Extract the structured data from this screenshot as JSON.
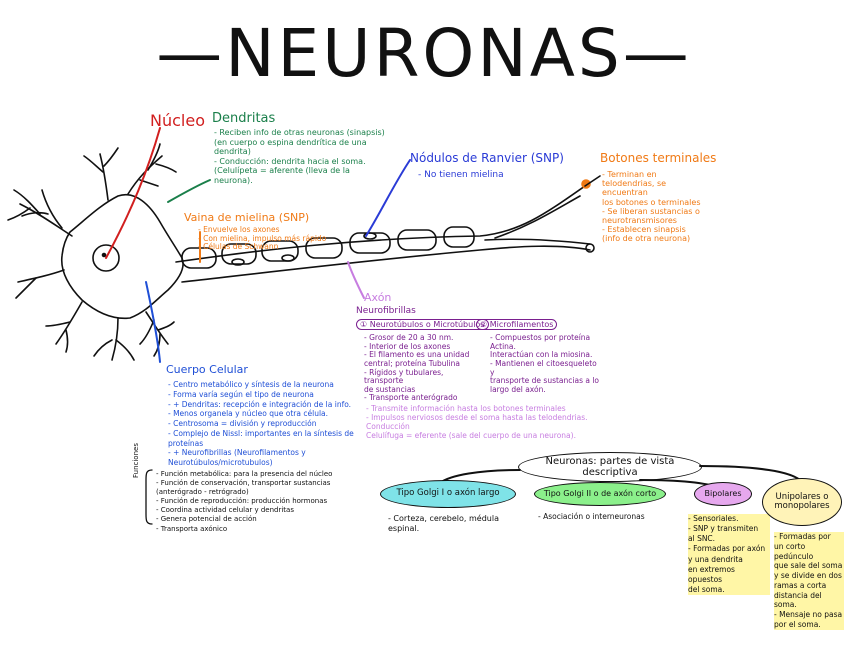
{
  "title": "—NEURONAS—",
  "colors": {
    "red": "#d11f1f",
    "green": "#1a7f4a",
    "blue": "#2a3bd6",
    "orange": "#f07a16",
    "purple": "#7a1f8f",
    "lilac": "#c77de0",
    "navy": "#1f4fd6",
    "black": "#111111"
  },
  "labels": {
    "nucleo": "Núcleo",
    "dendritas": "Dendritas",
    "dendritas_notes": "- Reciben info de otras neuronas (sinapsis)\n  (en cuerpo o espina dendrítica de una\n  dendrita)\n- Conducción: dendrita hacia el soma.\n  (Celulípeta = aferente (lleva de la\n  neurona).",
    "vaina": "Vaina de mielina (SNP)",
    "vaina_notes": "- Envuelve los axones\n- Con mielina, impulso más rápido\n- Células de Schwann",
    "nodulos": "Nódulos de Ranvier (SNP)",
    "nodulos_notes": "- No tienen mielina",
    "botones": "Botones terminales",
    "botones_notes": "- Terminan en\n  telodendrias, se encuentran\n  los botones o terminales\n- Se liberan sustancias o\n  neurotransmisores\n- Establecen sinapsis\n  (info de otra neurona)",
    "axon": "Axón",
    "neurofibrillas": "Neurofibrillas",
    "neurotubulos": "① Neurotúbulos o Microtúbulos",
    "neurotubulos_notes": "- Grosor de 20 a 30 nm.\n- Interior de los axones\n- El filamento es una unidad\n  central; proteína Tubulina\n- Rígidos y tubulares, transporte\n  de sustancias\n- Transporte anterógrado",
    "microfilamentos": "② Microfilamentos",
    "microfilamentos_notes": "- Compuestos por proteína Actina.\n  Interactúan con la miosina.\n- Mantienen el citoesqueleto y\n  transporte de sustancias a lo\n  largo del axón.",
    "axon_notes": "- Transmite información hasta los botones terminales\n- Impulsos nerviosos desde el soma hasta las telodendrias. Conducción\n  Celulífuga = eferente (sale del cuerpo de una neurona).",
    "cuerpo": "Cuerpo Celular",
    "cuerpo_notes": "- Centro metabólico y síntesis de la neurona\n- Forma varía según el tipo de neurona\n- + Dendritas: recepción e integración de la info.\n- Menos organela y núcleo que otra célula.\n- Centrosoma = división y reproducción\n- Complejo de Nissl: importantes en la síntesis de proteínas\n- + Neurofibrillas (Neurofilamentos y Neurotúbulos/microtubulos)",
    "funciones_label": "Funciones",
    "funciones_notes": "- Función metabólica: para la presencia del núcleo\n- Función de conservación, transportar sustancias (anterógrado - retrógrado)\n- Función de reproducción: producción hormonas\n- Coordina actividad celular y dendritas\n- Genera potencial de acción\n- Transporta axónico",
    "clasificacion": "Neuronas: partes de vista descriptiva",
    "golgi1": "Tipo Golgi I o axón largo",
    "golgi1_notes": "- Corteza, cerebelo, médula\n  espinal.",
    "golgi2": "Tipo Golgi II o de axón corto",
    "golgi2_notes": "- Asociación o interneuronas",
    "bipolares": "Bipolares",
    "bipolares_notes": "- Sensoriales.\n- SNP y transmiten\n  al SNC.\n- Formadas por axón\n  y una dendrita\n  en extremos opuestos\n  del soma.",
    "unipolares": "Unipolares o monopolares",
    "unipolares_notes": "- Formadas por\n  un corto pedúnculo\n  que sale del soma\n  y se divide en dos\n  ramas a corta\n  distancia del soma.\n- Mensaje no pasa\n  por el soma."
  }
}
